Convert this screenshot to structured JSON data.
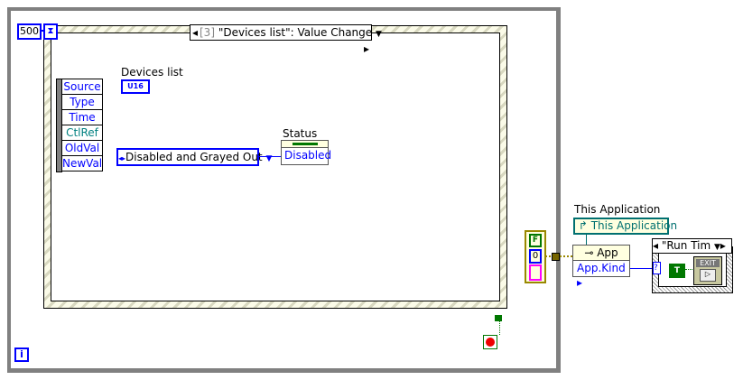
{
  "loop": {
    "timeout": "500",
    "iteration_icon": "i"
  },
  "event_structure": {
    "case_label": "[3] \"Devices list\": Value Change",
    "case_index": "[3]",
    "case_name": "\"Devices list\": Value Change"
  },
  "event_data": [
    "Source",
    "Type",
    "Time",
    "CtlRef",
    "OldVal",
    "NewVal"
  ],
  "devices_list": {
    "label": "Devices list",
    "terminal": "U16"
  },
  "ring_constant": {
    "value": "Disabled and Grayed Out"
  },
  "status": {
    "label": "Status",
    "value": "Disabled"
  },
  "cluster_constant": {
    "bool": "F",
    "number": "0"
  },
  "this_application": {
    "label": "This Application",
    "value": "This Application"
  },
  "property_node": {
    "class": "App",
    "property": "App.Kind"
  },
  "case_structure": {
    "selector": "\"Run Tim",
    "selector_terminal": "?",
    "true_constant": "T",
    "exit_label": "EXIT"
  },
  "colors": {
    "wire_numeric": "#0000ff",
    "refnum": "#007070",
    "boolean": "#007700",
    "frame": "#808080"
  }
}
